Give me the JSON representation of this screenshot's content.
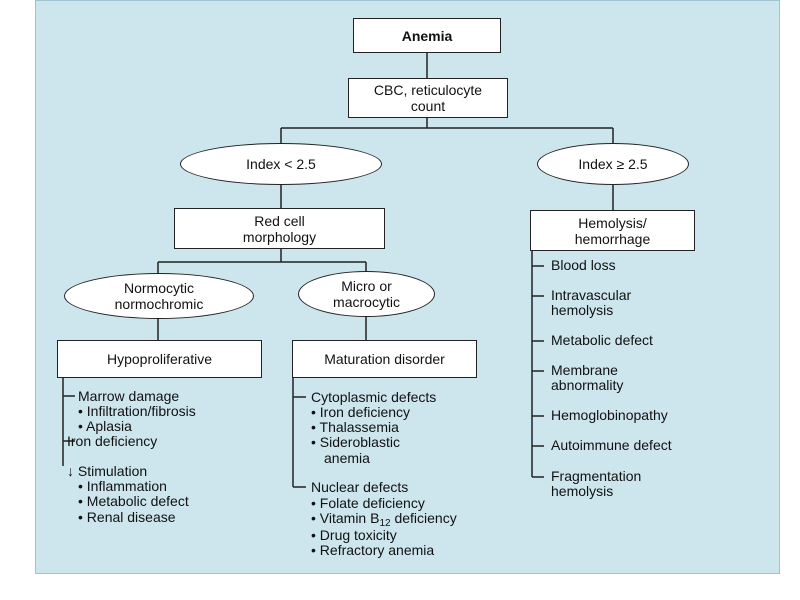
{
  "nodes": {
    "anemia": "Anemia",
    "cbc_line1": "CBC, reticulocyte",
    "cbc_line2": "count",
    "index_low": "Index < 2.5",
    "index_high": "Index ≥ 2.5",
    "red_cell_line1": "Red cell",
    "red_cell_line2": "morphology",
    "hemolysis_line1": "Hemolysis/",
    "hemolysis_line2": "hemorrhage",
    "normocytic_line1": "Normocytic",
    "normocytic_line2": "normochromic",
    "micro_line1": "Micro or",
    "micro_line2": "macrocytic",
    "hypoproliferative": "Hypoproliferative",
    "maturation": "Maturation disorder"
  },
  "hypo": {
    "marrow": "Marrow damage",
    "infiltration": "• Infiltration/fibrosis",
    "aplasia": "• Aplasia",
    "iron": "Iron deficiency",
    "stimulation": "↓ Stimulation",
    "inflammation": "• Inflammation",
    "metabolic": "• Metabolic defect",
    "renal": "• Renal disease"
  },
  "maturation_list": {
    "cyto": "Cytoplasmic defects",
    "iron": "• Iron deficiency",
    "thal": "• Thalassemia",
    "sidero1": "• Sideroblastic",
    "sidero2": "anemia",
    "nuclear": "Nuclear defects",
    "folate": "• Folate deficiency",
    "b12_prefix": "• Vitamin B",
    "b12_sub": "12",
    "b12_suffix": " deficiency",
    "drug": "• Drug toxicity",
    "refractory": "• Refractory anemia"
  },
  "hemolysis_list": {
    "blood_loss": "Blood loss",
    "intra1": "Intravascular",
    "intra2": "hemolysis",
    "metabolic": "Metabolic defect",
    "membrane1": "Membrane",
    "membrane2": "abnormality",
    "hemoglobinopathy": "Hemoglobinopathy",
    "autoimmune": "Autoimmune defect",
    "frag1": "Fragmentation",
    "frag2": "hemolysis"
  }
}
